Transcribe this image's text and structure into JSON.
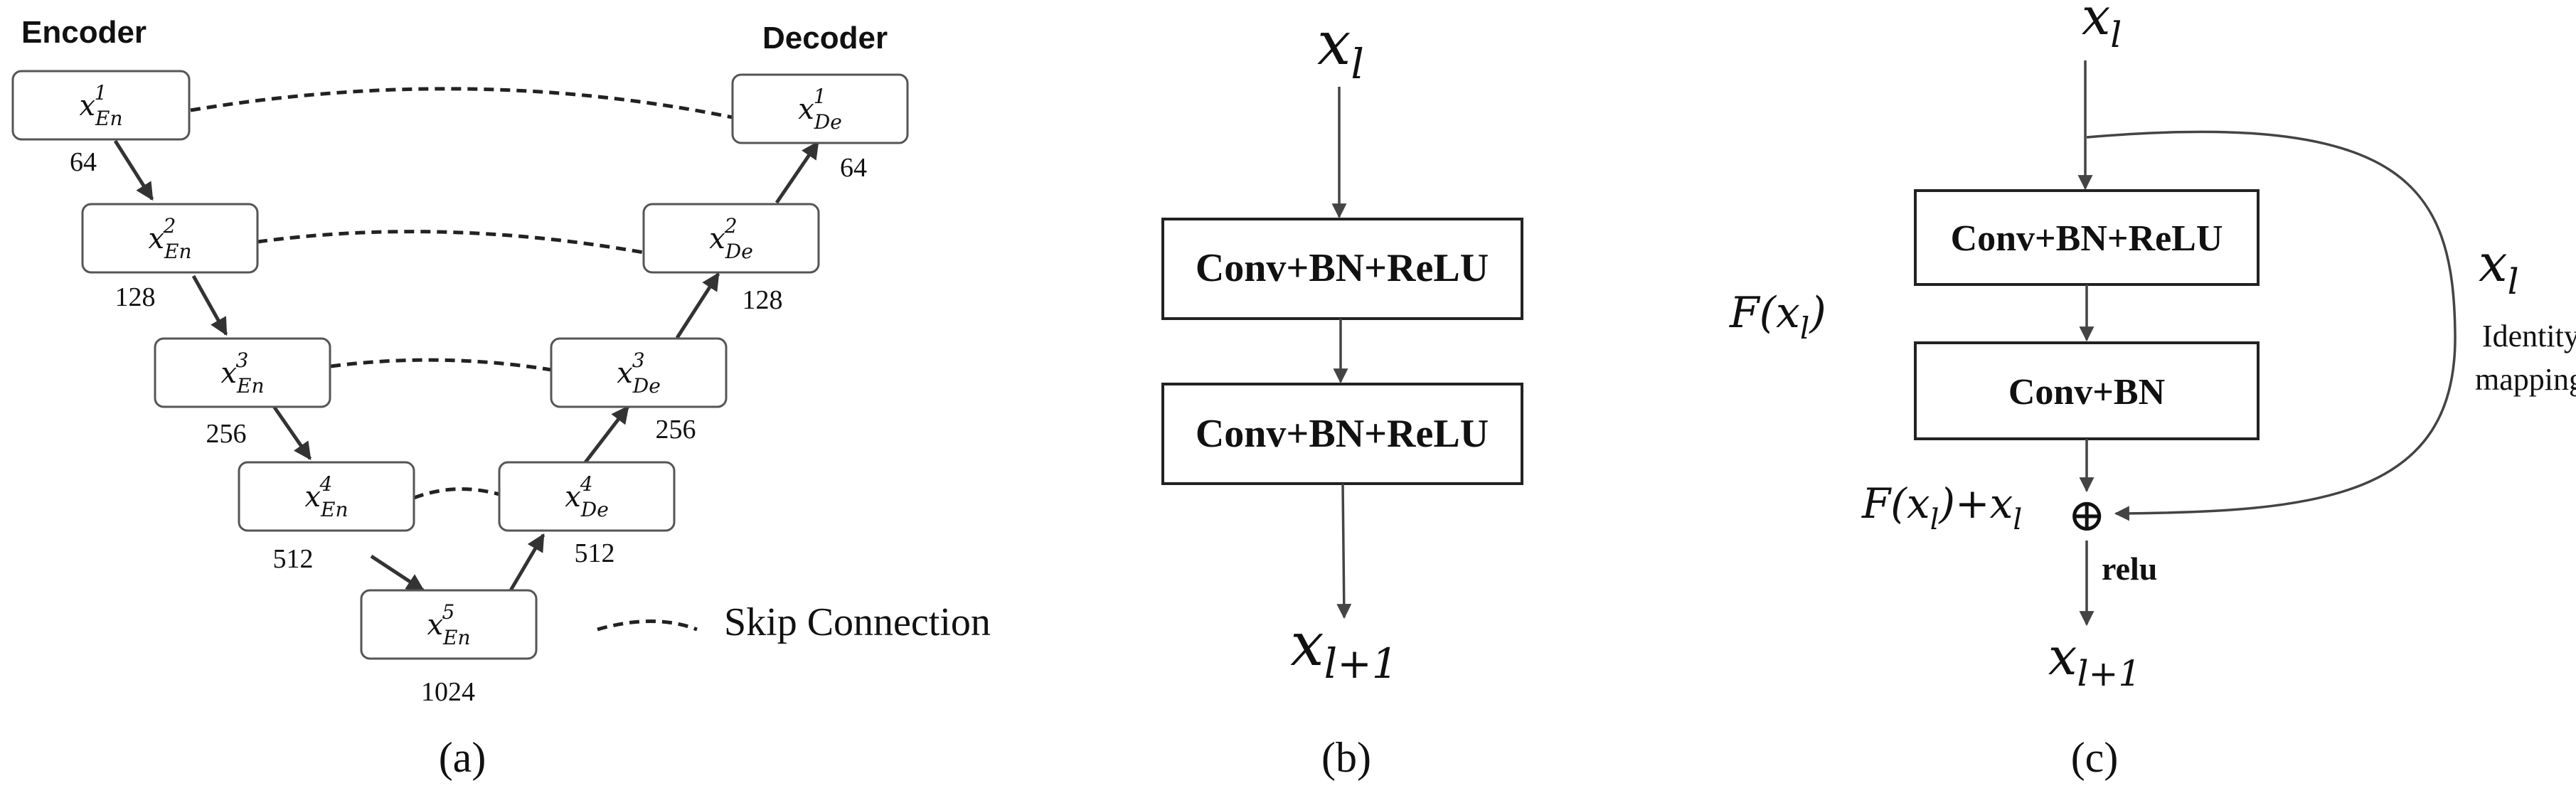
{
  "panel_a": {
    "encoder_title": "Encoder",
    "decoder_title": "Decoder",
    "legend_label": "Skip Connection",
    "caption": "(a)",
    "encoder": [
      {
        "base": "x",
        "sub": "En",
        "sup": "1",
        "channels": "64"
      },
      {
        "base": "x",
        "sub": "En",
        "sup": "2",
        "channels": "128"
      },
      {
        "base": "x",
        "sub": "En",
        "sup": "3",
        "channels": "256"
      },
      {
        "base": "x",
        "sub": "En",
        "sup": "4",
        "channels": "512"
      },
      {
        "base": "x",
        "sub": "En",
        "sup": "5",
        "channels": "1024"
      }
    ],
    "decoder": [
      {
        "base": "x",
        "sub": "De",
        "sup": "1",
        "channels": "64"
      },
      {
        "base": "x",
        "sub": "De",
        "sup": "2",
        "channels": "128"
      },
      {
        "base": "x",
        "sub": "De",
        "sup": "3",
        "channels": "256"
      },
      {
        "base": "x",
        "sub": "De",
        "sup": "4",
        "channels": "512"
      }
    ]
  },
  "panel_b": {
    "input": {
      "base": "x",
      "sub": "l"
    },
    "block1": "Conv+BN+ReLU",
    "block2": "Conv+BN+ReLU",
    "output": {
      "base": "x",
      "sub": "l+1"
    },
    "caption": "(b)"
  },
  "panel_c": {
    "input": {
      "base": "x",
      "sub": "l"
    },
    "block1": "Conv+BN+ReLU",
    "block2": "Conv+BN",
    "residual_label": {
      "prefix": "F(",
      "base": "x",
      "sub": "l",
      "suffix": ")"
    },
    "sum_label": {
      "prefix": "F(",
      "base": "x",
      "sub": "l",
      "mid": ")+",
      "base2": "x",
      "sub2": "l"
    },
    "plus_symbol": "⊕",
    "relu_label": "relu",
    "shortcut_var": {
      "base": "x",
      "sub": "l"
    },
    "identity_line1": "Identity",
    "identity_line2": "mapping",
    "output": {
      "base": "x",
      "sub": "l+1"
    },
    "caption": "(c)"
  }
}
